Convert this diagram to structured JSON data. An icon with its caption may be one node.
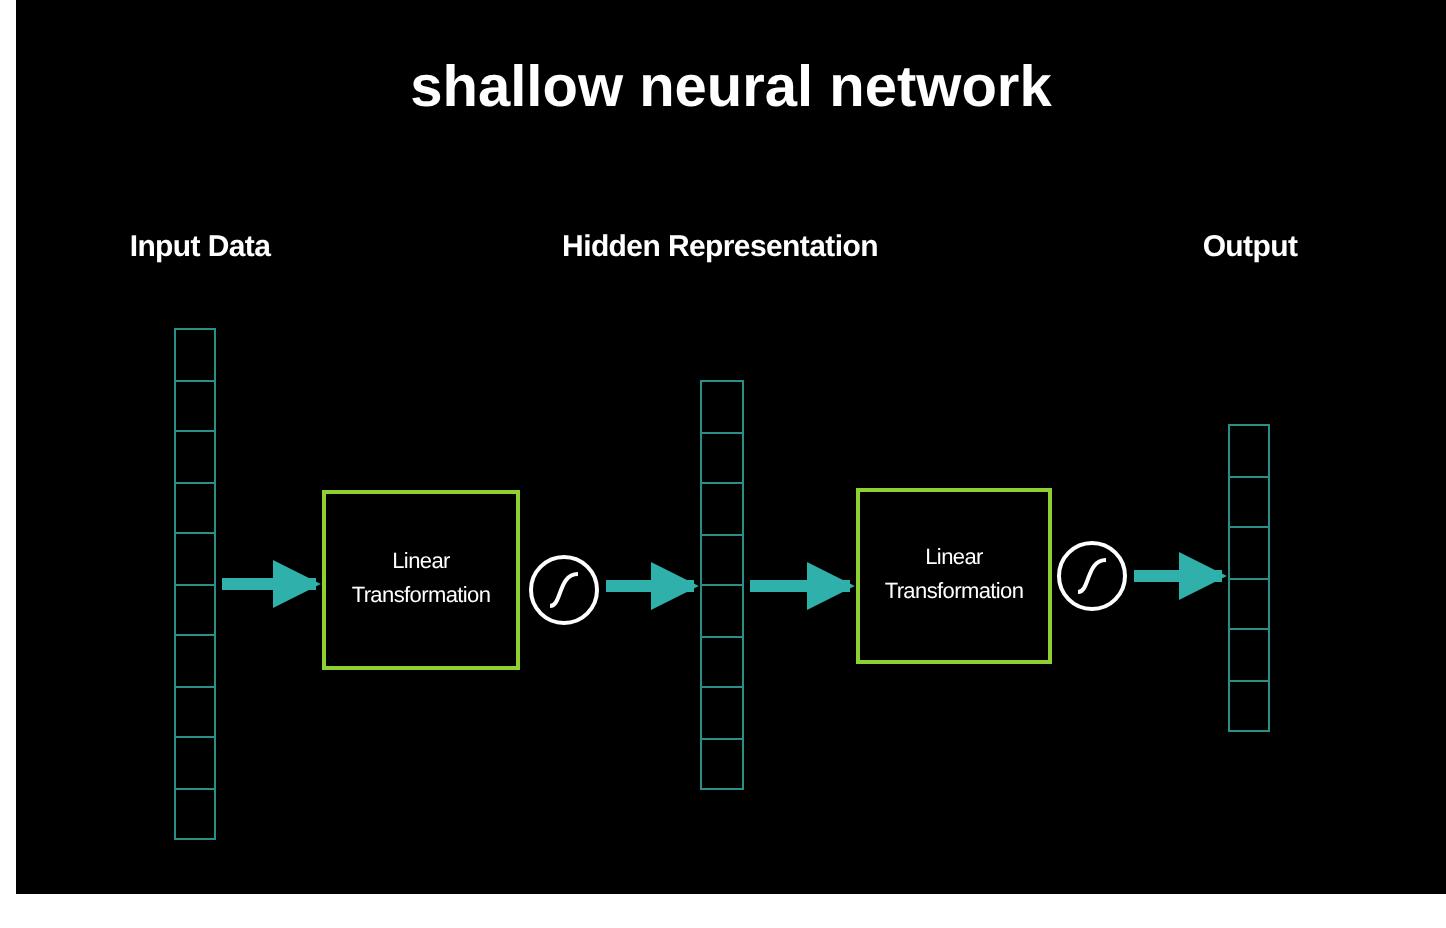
{
  "diagram": {
    "title": "shallow neural network",
    "nodes": [
      {
        "text": [],
        "shape": "bar"
      },
      {
        "text": [
          "Linear Transformation"
        ]
      },
      {
        "text": [],
        "shape": "circle"
      },
      {
        "text": [],
        "shape": "bar"
      },
      {
        "text": [
          "Linear Transformation"
        ]
      },
      {
        "text": [],
        "shape": "circle"
      },
      {
        "text": [],
        "shape": "bar"
      }
    ],
    "edges": [
      {
        "from": 0,
        "to": 1,
        "arrow": "to"
      },
      {
        "from": 2,
        "to": 3,
        "arrow": "to"
      },
      {
        "from": 3,
        "to": 4,
        "arrow": "to"
      },
      {
        "from": 5,
        "to": 6,
        "arrow": "to"
      }
    ],
    "labels": [
      "Input Data",
      "Hidden Representation",
      "Output"
    ]
  }
}
